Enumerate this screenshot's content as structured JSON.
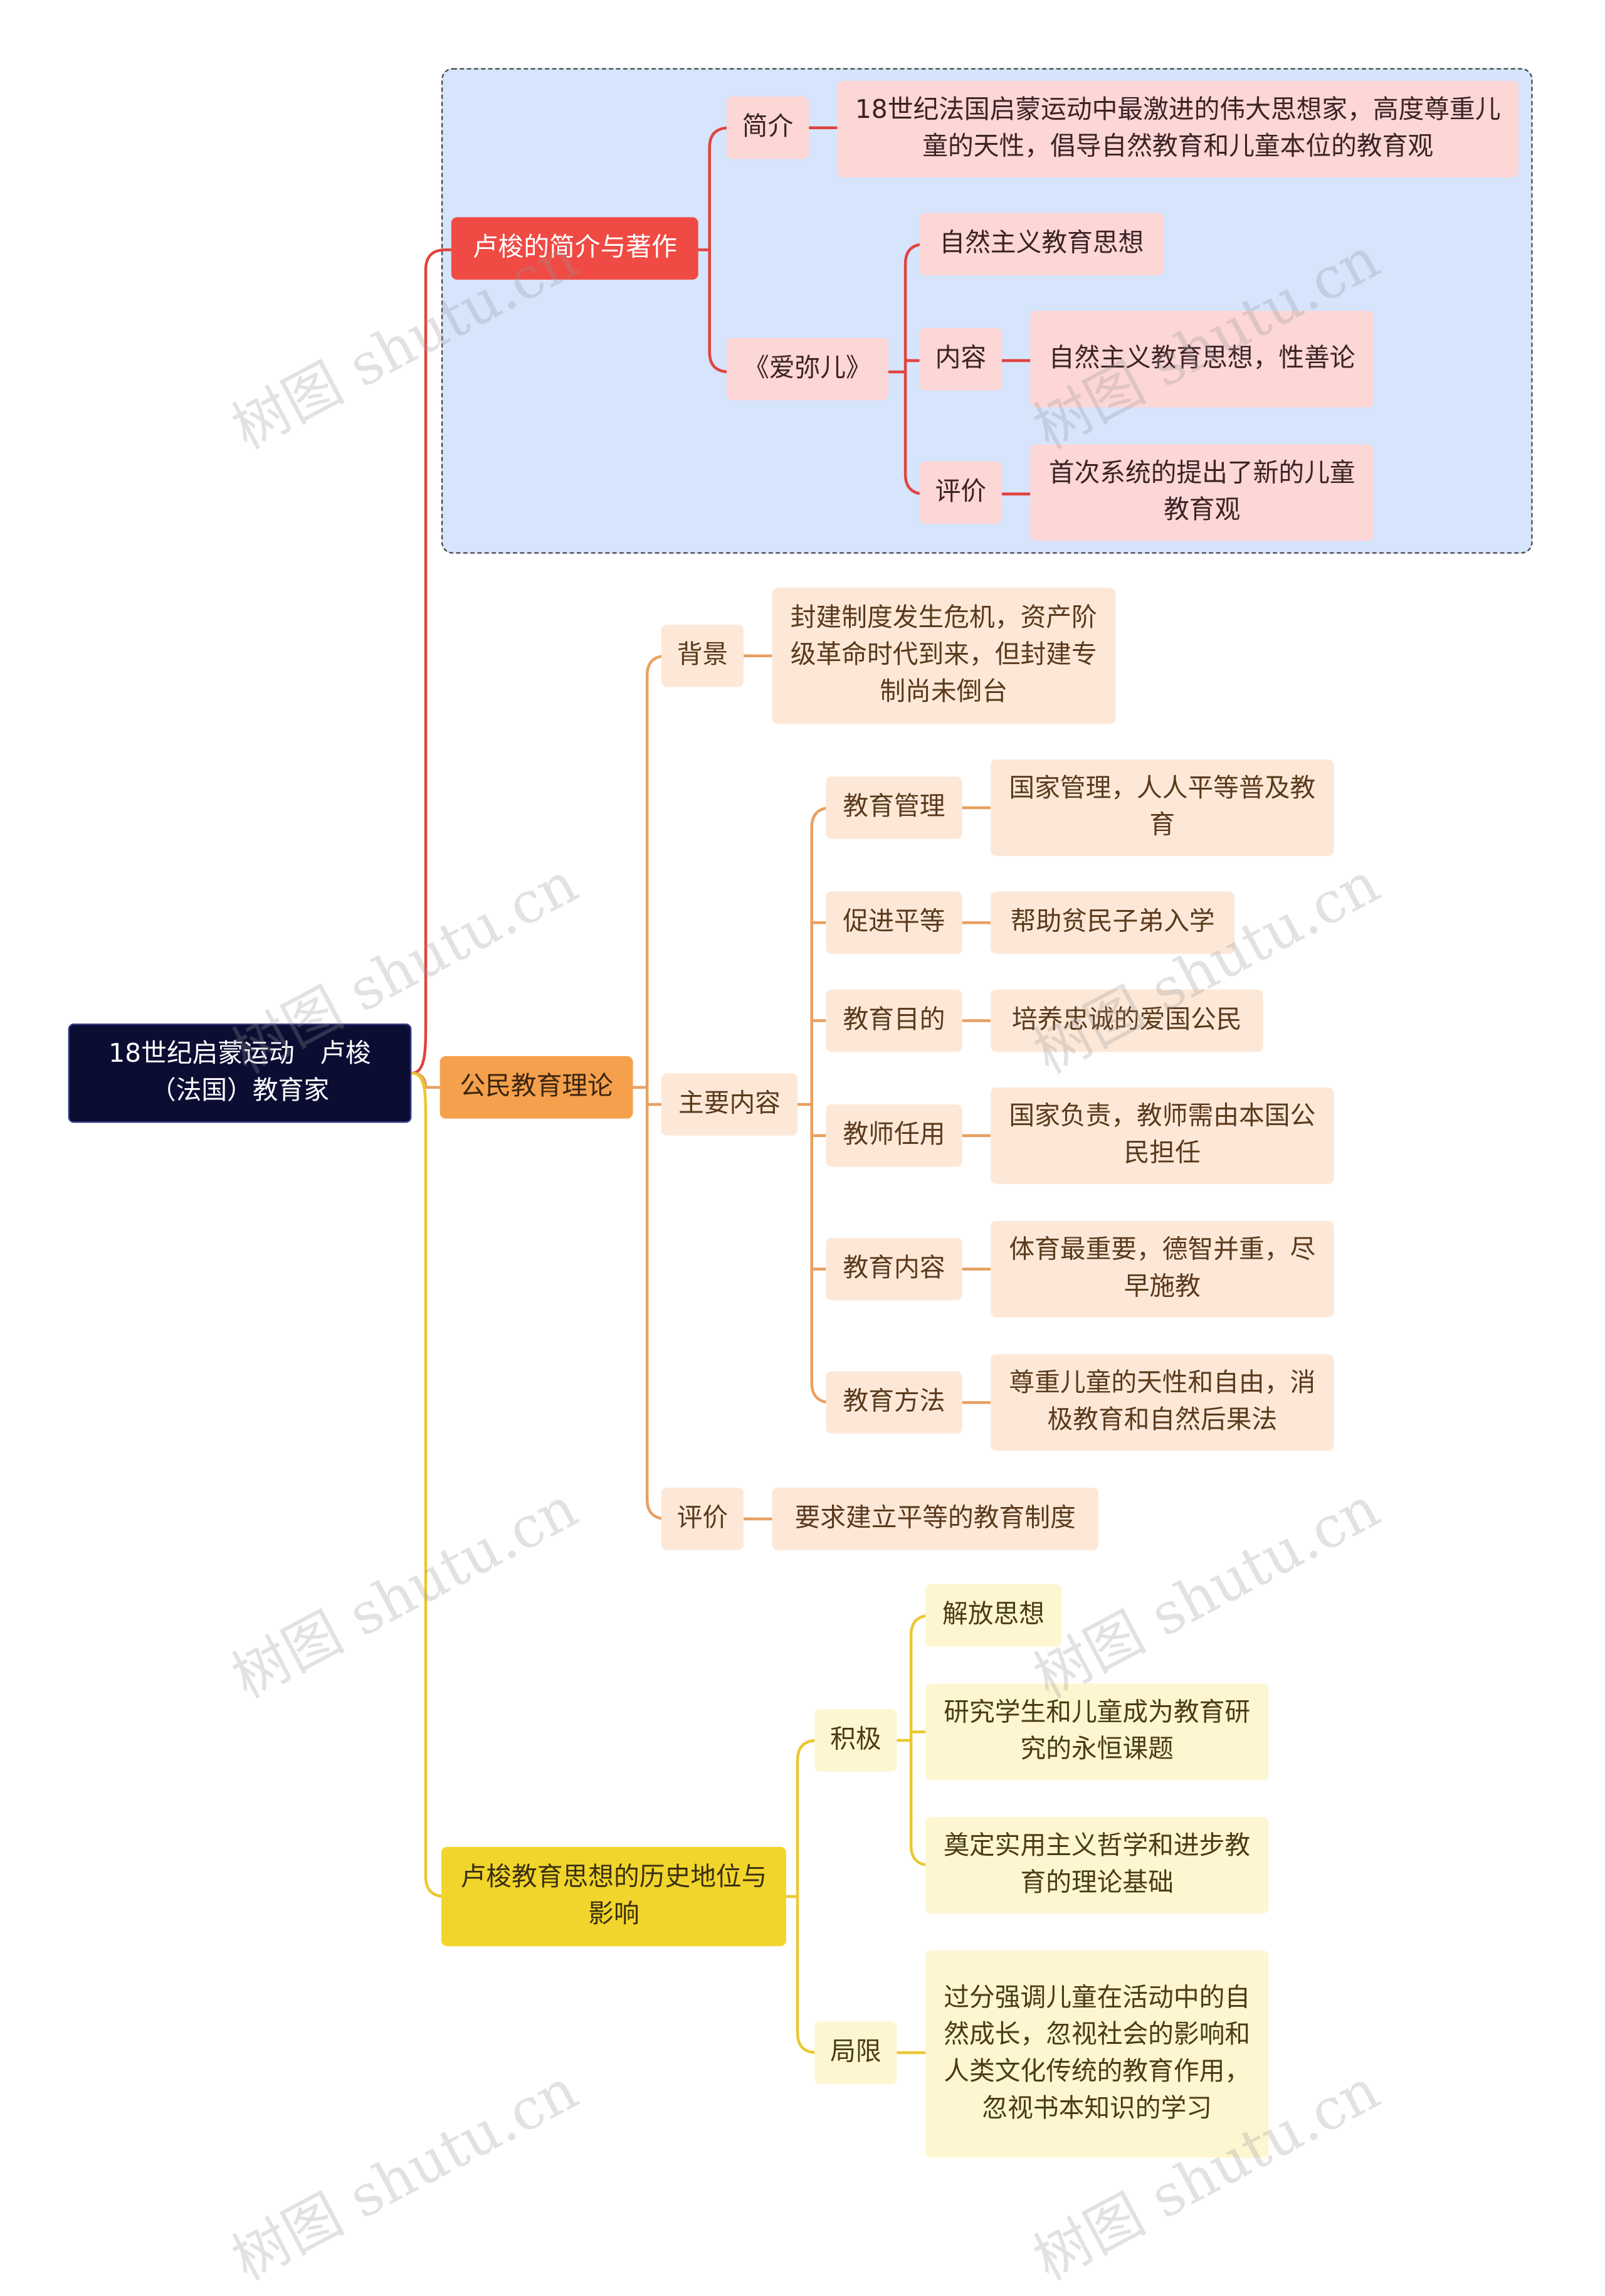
{
  "root": "18世纪启蒙运动　卢梭（法国）教育家",
  "colors": {
    "red": "#e0443e",
    "orange": "#e8a060",
    "yellow": "#eac830",
    "root": "#0b0d33"
  },
  "branches": {
    "intro": {
      "label": "卢梭的简介与著作",
      "profile": {
        "label": "简介",
        "text": "18世纪法国启蒙运动中最激进的伟大思想家，高度尊重儿童的天性，倡导自然教育和儿童本位的教育观"
      },
      "emile": {
        "label": "《爱弥儿》",
        "idea": "自然主义教育思想",
        "content": {
          "label": "内容",
          "text": "自然主义教育思想，性善论"
        },
        "review": {
          "label": "评价",
          "text": "首次系统的提出了新的儿童教育观"
        }
      }
    },
    "civic": {
      "label": "公民教育理论",
      "background": {
        "label": "背景",
        "text": "封建制度发生危机，资产阶级革命时代到来，但封建专制尚未倒台"
      },
      "main": {
        "label": "主要内容",
        "items": [
          {
            "label": "教育管理",
            "text": "国家管理，人人平等普及教育"
          },
          {
            "label": "促进平等",
            "text": "帮助贫民子弟入学"
          },
          {
            "label": "教育目的",
            "text": "培养忠诚的爱国公民"
          },
          {
            "label": "教师任用",
            "text": "国家负责，教师需由本国公民担任"
          },
          {
            "label": "教育内容",
            "text": "体育最重要，德智并重，尽早施教"
          },
          {
            "label": "教育方法",
            "text": "尊重儿童的天性和自由，消极教育和自然后果法"
          }
        ]
      },
      "review": {
        "label": "评价",
        "text": "要求建立平等的教育制度"
      }
    },
    "legacy": {
      "label": "卢梭教育思想的历史地位与影响",
      "positive": {
        "label": "积极",
        "items": [
          "解放思想",
          "研究学生和儿童成为教育研究的永恒课题",
          "奠定实用主义哲学和进步教育的理论基础"
        ]
      },
      "limit": {
        "label": "局限",
        "text": "过分强调儿童在活动中的自然成长，忽视社会的影响和人类文化传统的教育作用，忽视书本知识的学习"
      }
    }
  },
  "watermark": "树图 shutu.cn"
}
